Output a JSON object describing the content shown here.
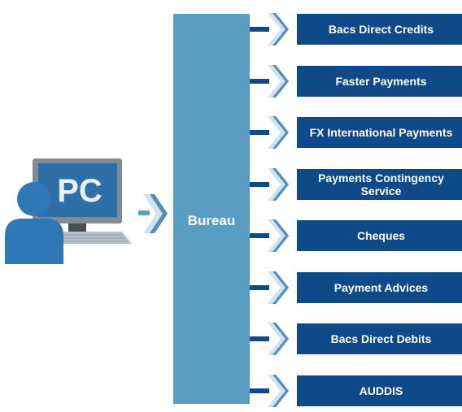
{
  "colors": {
    "bureau": "#5a9dc2",
    "service_box": "#0e4a8a",
    "connector": "#0e4a8a",
    "chevron_light": "#cfe2ef",
    "chevron_dark": "#4f8fb8",
    "monitor_frame": "#7f8c97",
    "screen": "#2e6fa8",
    "person": "#2f78b7",
    "keyboard": "#b8bfc6"
  },
  "pc_label": "PC",
  "bureau_label": "Bureau",
  "services": [
    {
      "label": "Bacs Direct Credits"
    },
    {
      "label": "Faster Payments"
    },
    {
      "label": "FX International Payments"
    },
    {
      "label": "Payments Contingency Service"
    },
    {
      "label": "Cheques"
    },
    {
      "label": "Payment Advices"
    },
    {
      "label": "Bacs Direct Debits"
    },
    {
      "label": "AUDDIS"
    }
  ]
}
